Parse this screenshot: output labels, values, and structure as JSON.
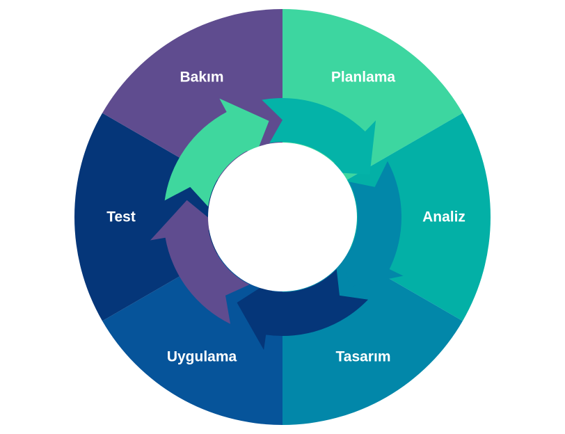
{
  "diagram": {
    "type": "cycle",
    "direction": "clockwise",
    "stages": [
      {
        "id": "planlama",
        "label": "Planlama",
        "color": "#3dd6a0",
        "arrow_color": "#04b3a8"
      },
      {
        "id": "analiz",
        "label": "Analiz",
        "color": "#03b0a6",
        "arrow_color": "#0287a9"
      },
      {
        "id": "tasarim",
        "label": "Tasarım",
        "color": "#0287a9",
        "arrow_color": "#053679"
      },
      {
        "id": "uygulama",
        "label": "Uygulama",
        "color": "#06549a",
        "arrow_color": "#5f4c8f"
      },
      {
        "id": "test",
        "label": "Test",
        "color": "#053679",
        "arrow_color": "#3fd79e"
      },
      {
        "id": "bakim",
        "label": "Bakım",
        "color": "#5f4c8f",
        "arrow_color": null
      }
    ],
    "center_color": "#ffffff"
  }
}
